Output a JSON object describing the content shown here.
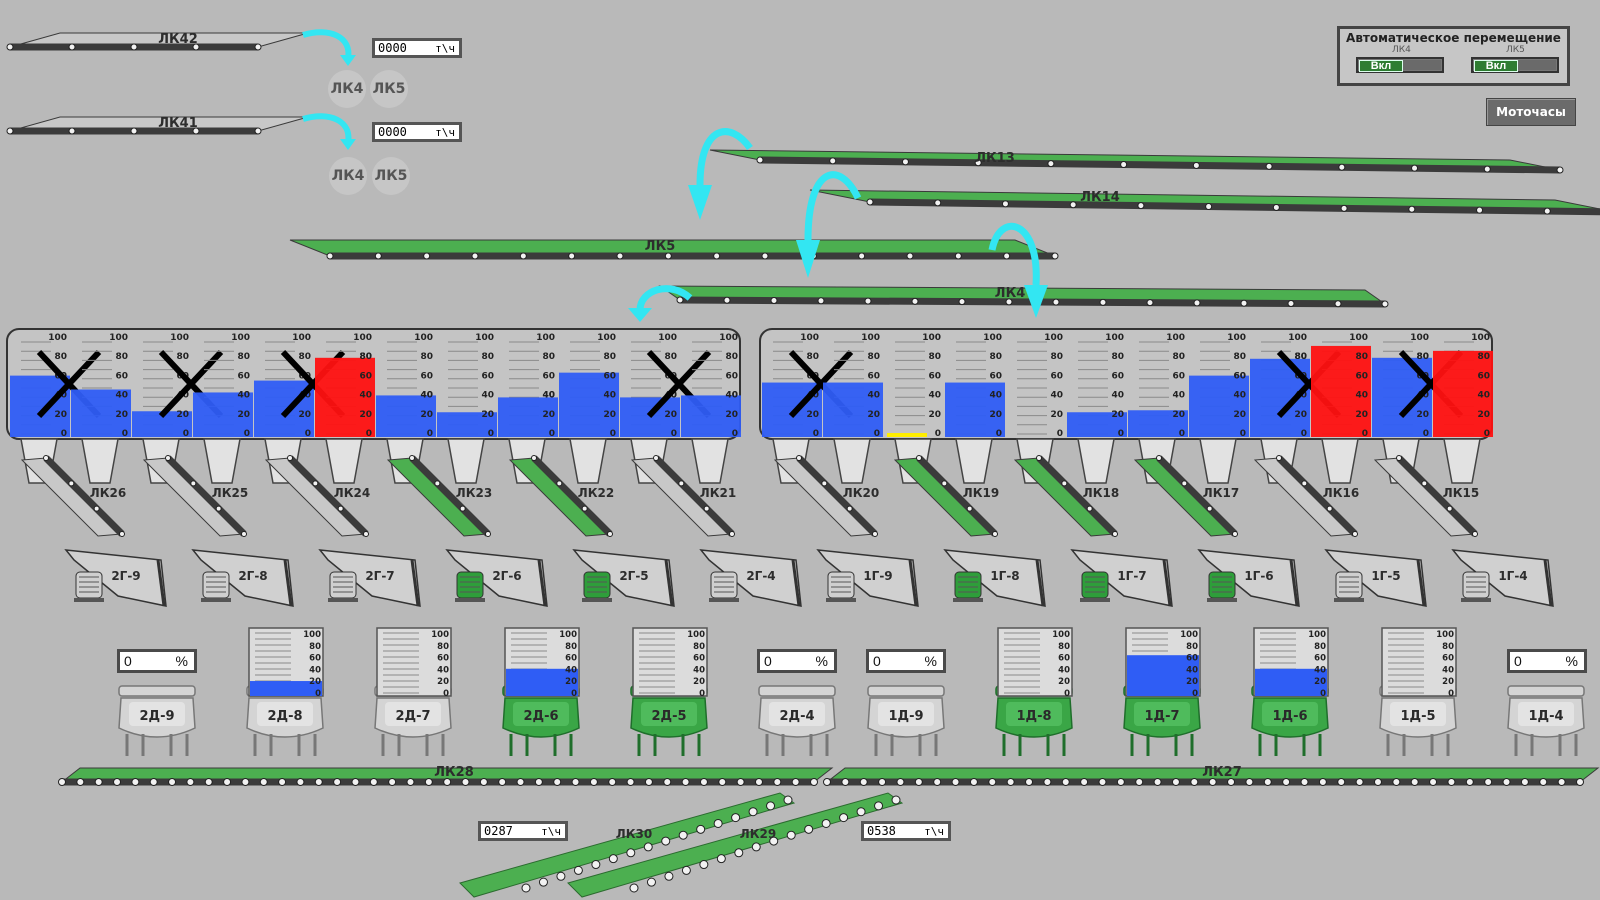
{
  "colors": {
    "background": "#b9b9b9",
    "belt_active": "#4caf50",
    "belt_idle": "#c8c8c8",
    "level_blue": "#2f5df5",
    "level_red": "#ff1111",
    "arrow": "#33e6f2",
    "low_level": "#ffee00"
  },
  "top_conveyors": [
    {
      "name": "ЛК42",
      "rate_value": "0000",
      "rate_unit": "т\\ч",
      "targets": [
        "ЛК4",
        "ЛК5"
      ]
    },
    {
      "name": "ЛК41",
      "rate_value": "0000",
      "rate_unit": "т\\ч",
      "targets": [
        "ЛК4",
        "ЛК5"
      ]
    }
  ],
  "auto_move": {
    "title": "Автоматическое перемещение",
    "switches": [
      {
        "label": "ЛК4",
        "state": "Вкл"
      },
      {
        "label": "ЛК5",
        "state": "Вкл"
      }
    ]
  },
  "motohours_button": "Моточасы",
  "upper_conveyors": [
    {
      "name": "ЛК13",
      "active": true
    },
    {
      "name": "ЛК14",
      "active": true
    },
    {
      "name": "ЛК5",
      "active": true
    },
    {
      "name": "ЛК4",
      "active": true
    }
  ],
  "level_scale": [
    "100",
    "80",
    "60",
    "40",
    "20",
    "0"
  ],
  "silos": [
    {
      "level": 0.62,
      "color": "blue",
      "crossed": true
    },
    {
      "level": 0.48,
      "color": "blue",
      "crossed": false
    },
    {
      "level": 0.26,
      "color": "blue",
      "crossed": true
    },
    {
      "level": 0.45,
      "color": "blue",
      "crossed": false
    },
    {
      "level": 0.57,
      "color": "blue",
      "crossed": true
    },
    {
      "level": 0.8,
      "color": "red",
      "crossed": false
    },
    {
      "level": 0.42,
      "color": "blue",
      "crossed": false
    },
    {
      "level": 0.25,
      "color": "blue",
      "crossed": false
    },
    {
      "level": 0.4,
      "color": "blue",
      "crossed": false
    },
    {
      "level": 0.65,
      "color": "blue",
      "crossed": false
    },
    {
      "level": 0.4,
      "color": "blue",
      "crossed": true
    },
    {
      "level": 0.42,
      "color": "blue",
      "crossed": false
    },
    {
      "level": 0.55,
      "color": "blue",
      "crossed": true
    },
    {
      "level": 0.55,
      "color": "blue",
      "crossed": false
    },
    {
      "level": 0.0,
      "color": "yellow",
      "crossed": false
    },
    {
      "level": 0.55,
      "color": "blue",
      "crossed": false
    },
    {
      "level": 0.0,
      "color": "none",
      "crossed": false
    },
    {
      "level": 0.25,
      "color": "blue",
      "crossed": false
    },
    {
      "level": 0.27,
      "color": "blue",
      "crossed": false
    },
    {
      "level": 0.62,
      "color": "blue",
      "crossed": false
    },
    {
      "level": 0.79,
      "color": "blue",
      "crossed": true
    },
    {
      "level": 0.92,
      "color": "red",
      "crossed": false
    },
    {
      "level": 0.8,
      "color": "blue",
      "crossed": true
    },
    {
      "level": 0.87,
      "color": "red",
      "crossed": false
    }
  ],
  "feeders": [
    {
      "name": "ЛК26",
      "active": false
    },
    {
      "name": "ЛК25",
      "active": false
    },
    {
      "name": "ЛК24",
      "active": false
    },
    {
      "name": "ЛК23",
      "active": true
    },
    {
      "name": "ЛК22",
      "active": true
    },
    {
      "name": "ЛК21",
      "active": false
    },
    {
      "name": "ЛК20",
      "active": false
    },
    {
      "name": "ЛК19",
      "active": true
    },
    {
      "name": "ЛК18",
      "active": true
    },
    {
      "name": "ЛК17",
      "active": true
    },
    {
      "name": "ЛК16",
      "active": false
    },
    {
      "name": "ЛК15",
      "active": false
    }
  ],
  "crushers": [
    {
      "name": "2Г-9",
      "active": false
    },
    {
      "name": "2Г-8",
      "active": false
    },
    {
      "name": "2Г-7",
      "active": false
    },
    {
      "name": "2Г-6",
      "active": true
    },
    {
      "name": "2Г-5",
      "active": true
    },
    {
      "name": "2Г-4",
      "active": false
    },
    {
      "name": "1Г-9",
      "active": false
    },
    {
      "name": "1Г-8",
      "active": true
    },
    {
      "name": "1Г-7",
      "active": true
    },
    {
      "name": "1Г-6",
      "active": true
    },
    {
      "name": "1Г-5",
      "active": false
    },
    {
      "name": "1Г-4",
      "active": false
    }
  ],
  "dryers": [
    {
      "name": "2Д-9",
      "active": false,
      "display": "percent",
      "value": "0",
      "unit": "%"
    },
    {
      "name": "2Д-8",
      "active": false,
      "display": "gauge",
      "level": 0.22
    },
    {
      "name": "2Д-7",
      "active": false,
      "display": "gauge",
      "level": 0.0
    },
    {
      "name": "2Д-6",
      "active": true,
      "display": "gauge",
      "level": 0.4
    },
    {
      "name": "2Д-5",
      "active": true,
      "display": "gauge",
      "level": 0.0
    },
    {
      "name": "2Д-4",
      "active": false,
      "display": "percent",
      "value": "0",
      "unit": "%"
    },
    {
      "name": "1Д-9",
      "active": false,
      "display": "percent",
      "value": "0",
      "unit": "%"
    },
    {
      "name": "1Д-8",
      "active": true,
      "display": "gauge",
      "level": 0.0
    },
    {
      "name": "1Д-7",
      "active": true,
      "display": "gauge",
      "level": 0.6
    },
    {
      "name": "1Д-6",
      "active": true,
      "display": "gauge",
      "level": 0.4
    },
    {
      "name": "1Д-5",
      "active": false,
      "display": "gauge",
      "level": 0.0
    },
    {
      "name": "1Д-4",
      "active": false,
      "display": "percent",
      "value": "0",
      "unit": "%"
    }
  ],
  "collector_conveyors": [
    {
      "name": "ЛК28",
      "active": true
    },
    {
      "name": "ЛК27",
      "active": true
    }
  ],
  "output_conveyors": [
    {
      "name": "ЛК30",
      "active": true,
      "rate_value": "0287",
      "rate_unit": "т\\ч"
    },
    {
      "name": "ЛК29",
      "active": true,
      "rate_value": "0538",
      "rate_unit": "т\\ч"
    }
  ]
}
